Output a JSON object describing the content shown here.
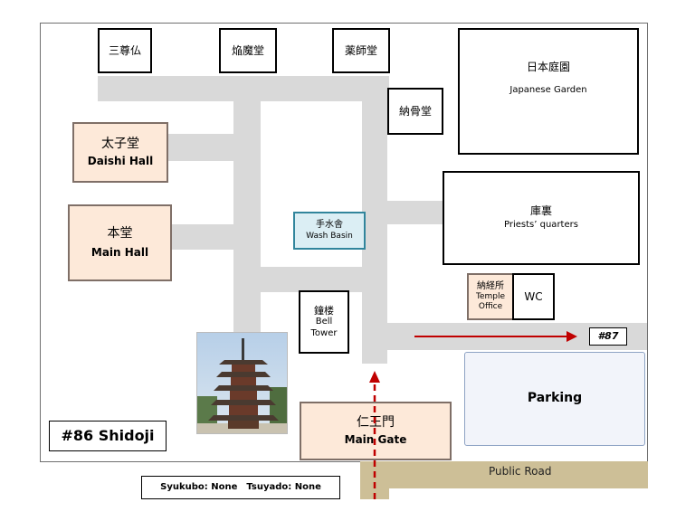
{
  "map": {
    "title": "#86 Shidoji",
    "next_temple": "#87",
    "lodging": {
      "syukubo": "Syukubo: None",
      "tsuyado": "Tsuyado: None"
    },
    "public_road": "Public Road",
    "buildings": {
      "sanzonbutsu": "三尊仏",
      "enmado": "焔魔堂",
      "yakushido": "薬師堂",
      "nokotsudo": "納骨堂",
      "garden_jp": "日本庭園",
      "garden_en": "Japanese Garden",
      "daishi_jp": "太子堂",
      "daishi_en": "Daishi Hall",
      "main_jp": "本堂",
      "main_en": "Main Hall",
      "wash_jp": "手水舎",
      "wash_en": "Wash Basin",
      "kuri_jp": "庫裏",
      "kuri_en": "Priests’ quarters",
      "office_jp": "納経所",
      "office_en1": "Temple",
      "office_en2": "Office",
      "wc": "WC",
      "bell_jp": "鐘楼",
      "bell_en1": "Bell",
      "bell_en2": "Tower",
      "gate_jp": "仁王門",
      "gate_en": "Main Gate",
      "parking": "Parking"
    }
  },
  "colors": {
    "path": "#d9d9d9",
    "road": "#cdbf97",
    "peach": "#fde9d9",
    "wash_fill": "#dbeef4",
    "wash_border": "#31859c",
    "parking_fill": "#f2f4fa",
    "arrow": "#c00000"
  }
}
